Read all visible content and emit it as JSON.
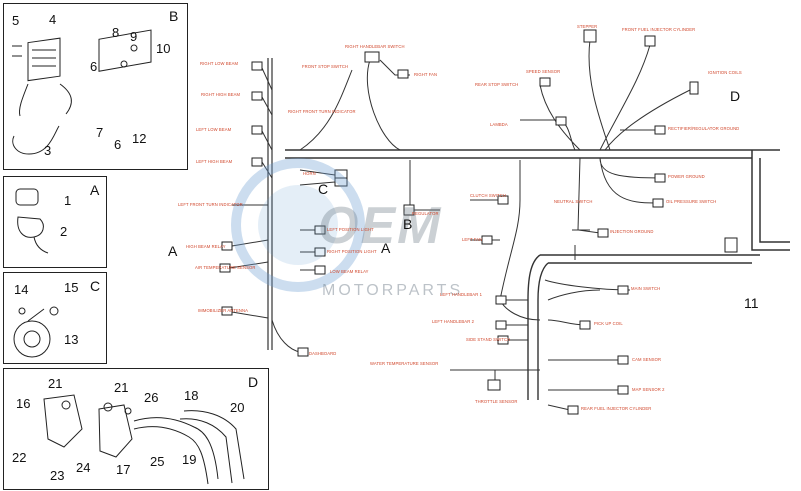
{
  "insets": {
    "b": {
      "letter": "B",
      "parts": [
        "4",
        "5",
        "8",
        "9",
        "10",
        "6",
        "7",
        "6",
        "12",
        "3"
      ]
    },
    "a": {
      "letter": "A",
      "parts": [
        "1",
        "2"
      ]
    },
    "c": {
      "letter": "C",
      "parts": [
        "14",
        "15",
        "13"
      ]
    },
    "d": {
      "letter": "D",
      "parts": [
        "21",
        "21",
        "16",
        "26",
        "18",
        "20",
        "22",
        "23",
        "24",
        "17",
        "25",
        "19"
      ]
    }
  },
  "main": {
    "part_number": "11",
    "section_refs": {
      "a_left": "A",
      "a_mid": "A",
      "b": "B",
      "c": "C",
      "d": "D"
    },
    "labels": [
      "RIGHT LOW BEAM",
      "RIGHT HIGH BEAM",
      "LEFT LOW BEAM",
      "LEFT HIGH BEAM",
      "RIGHT FRONT TURN INDICATOR",
      "LEFT FRONT TURN INDICATOR",
      "HIGH BEAM RELAY",
      "AIR TEMPERATURE SENSOR",
      "IMMOBILIZER ANTENNA",
      "DASHBOARD",
      "RIGHT HANDLEBAR SWITCH",
      "FRONT STOP SWITCH",
      "RIGHT FAN",
      "HORN",
      "LEFT POSITION LIGHT",
      "RIGHT POSITION LIGHT",
      "LOW BEAM RELAY",
      "REGULATOR",
      "CLUTCH SWITCH",
      "LEFT FAN",
      "LEFT HANDLEBAR 1",
      "LEFT HANDLEBAR 2",
      "SIDE STAND SWITCH",
      "WATER TEMPERATURE SENSOR",
      "THROTTLE SENSOR",
      "STEPPER",
      "FRONT FUEL INJECTOR CYLINDER",
      "REAR STOP SWITCH",
      "SPEED SENSOR",
      "LAMBDA",
      "IGNITION COILS",
      "RECTIFIER/REGULATOR GROUND",
      "POWER GROUND",
      "OIL PRESSURE SWITCH",
      "NEUTRAL SWITCH",
      "INJECTION GROUND",
      "MAIN SWITCH",
      "PICK UP COIL",
      "CAM SENSOR",
      "MAP SENSOR 2",
      "REAR FUEL INJECTOR CYLINDER"
    ]
  },
  "watermark": {
    "brand": "OEM",
    "sub": "MOTORPARTS"
  },
  "colors": {
    "line": "#222222",
    "label": "#d0452a",
    "watermark": "#6c9fd0"
  }
}
